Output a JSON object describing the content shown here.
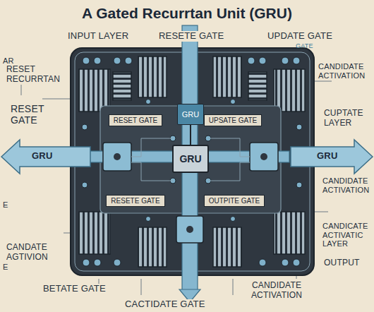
{
  "diagram": {
    "title": "A Gated Recurrtan Unit (GRU)",
    "nodes": [
      {
        "text": [
          "RESET GATE"
        ]
      },
      {
        "text": [
          "GRU"
        ]
      },
      {
        "text": [
          "UPSATE GATE"
        ]
      },
      {
        "text": [
          "GRU"
        ]
      },
      {
        "text": [
          "RESETE GATE"
        ]
      },
      {
        "text": [
          "OUTPITE GATE"
        ]
      }
    ],
    "edges": [
      {
        "from": 3,
        "to": 1,
        "arrow": "none"
      }
    ],
    "labels": [
      "INPUT LAYER",
      "RESETE GATE",
      "UPDATE GATE",
      "GATE",
      "AR",
      "RESET RECURRTAN",
      "CANDIDATE ACTIVATION",
      "RESET GATE",
      "CUPTATE LAYER",
      "GRU",
      "GRU",
      "CANDIDATE ACTIVATION",
      "E",
      "CANDICATE ACTIVATIC LAYER",
      "CANDATE AGTIVION",
      "OUTPUT",
      "E",
      "CANDIDATE ACTIVATION",
      "BETATE GATE",
      "CACTIDATE GATE"
    ]
  }
}
